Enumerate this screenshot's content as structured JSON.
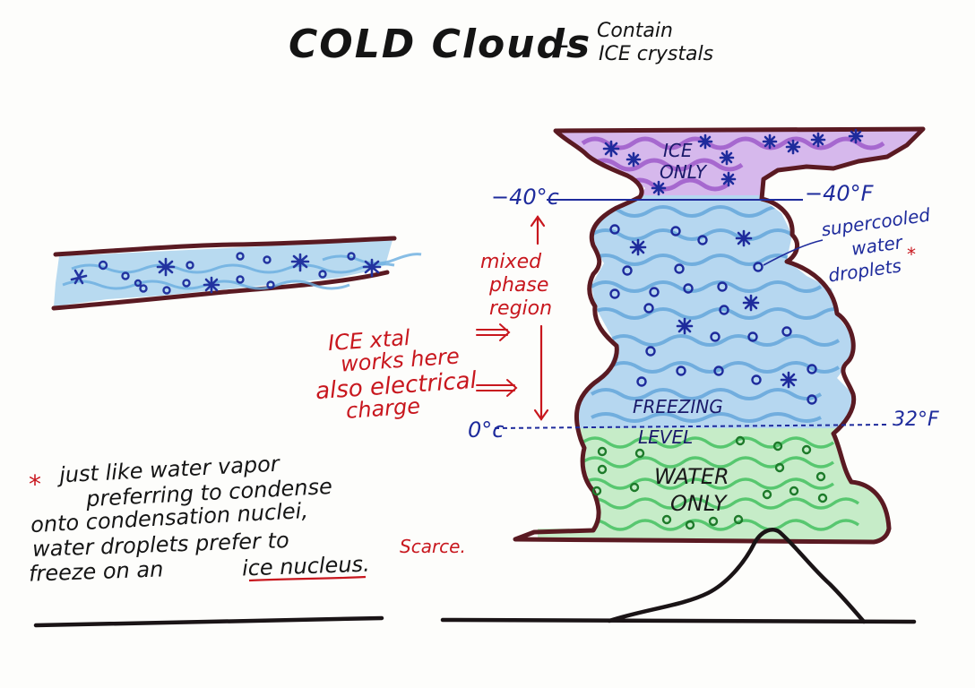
{
  "title": {
    "main": "COLD Clouds",
    "dash": "–",
    "sub_line1": "Contain",
    "sub_line2": "ICE crystals"
  },
  "cloud": {
    "ice_zone_line1": "ICE",
    "ice_zone_line2": "ONLY",
    "minus40c": "−40°c",
    "minus40f": "−40°F",
    "supercooled_line1": "supercooled",
    "supercooled_line2": "water",
    "supercooled_line3": "droplets",
    "supercooled_star": "*",
    "mixed_line1": "mixed",
    "mixed_line2": "phase",
    "mixed_line3": "region",
    "freezing_line1": "FREEZING",
    "freezing_line2": "LEVEL",
    "zero_c": "0°c",
    "plus32f": "32°F",
    "water_line1": "WATER",
    "water_line2": "ONLY"
  },
  "annotation": {
    "line1": "ICE xtal",
    "line2": "works here",
    "line3": "also electrical",
    "line4": "charge"
  },
  "footnote": {
    "star": "*",
    "line1": "just like water vapor",
    "line2": "preferring to condense",
    "line3": "onto condensation nuclei,",
    "line4": "water droplets prefer to",
    "line5a": "freeze on an",
    "line5b": "ice nucleus.",
    "scarce": "Scarce."
  },
  "colors": {
    "outline": "#5a1a22",
    "ice_fill": "#9a54c8",
    "supercooled_fill": "#5aa0d8",
    "water_fill": "#3cbf5a",
    "blue_ink": "#1e2b9c",
    "red_ink": "#c8171e",
    "green_ink": "#1d7a2a"
  },
  "icons": {
    "ice_crystal": "asterisk",
    "water_droplet": "small-circle",
    "arrow": "double-arrow"
  }
}
